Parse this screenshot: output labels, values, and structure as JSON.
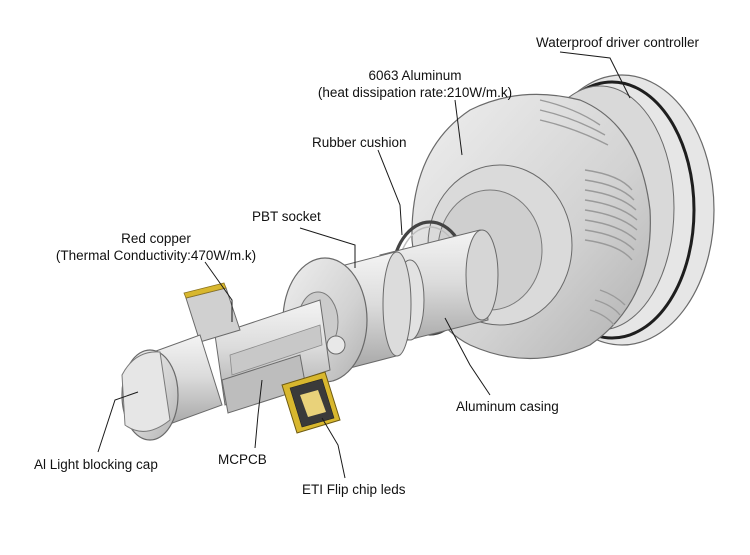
{
  "diagram": {
    "labels": {
      "waterproof_driver": "Waterproof driver controller",
      "aluminum_6063_line1": "6063 Aluminum",
      "aluminum_6063_line2": "(heat dissipation rate:210W/m.k)",
      "rubber_cushion": "Rubber cushion",
      "pbt_socket": "PBT socket",
      "red_copper_line1": "Red copper",
      "red_copper_line2": "(Thermal Conductivity:470W/m.k)",
      "aluminum_casing": "Aluminum casing",
      "al_light_cap": "Al Light blocking cap",
      "mcpcb": "MCPCB",
      "eti_leds": "ETI Flip chip leds"
    },
    "colors": {
      "body_light": "#e4e4e4",
      "body_mid": "#cfcfcf",
      "body_dark": "#a9a9a9",
      "outline": "#6a6a6a",
      "chip_gold": "#d8b72e",
      "leader": "#1a1a1a"
    }
  }
}
